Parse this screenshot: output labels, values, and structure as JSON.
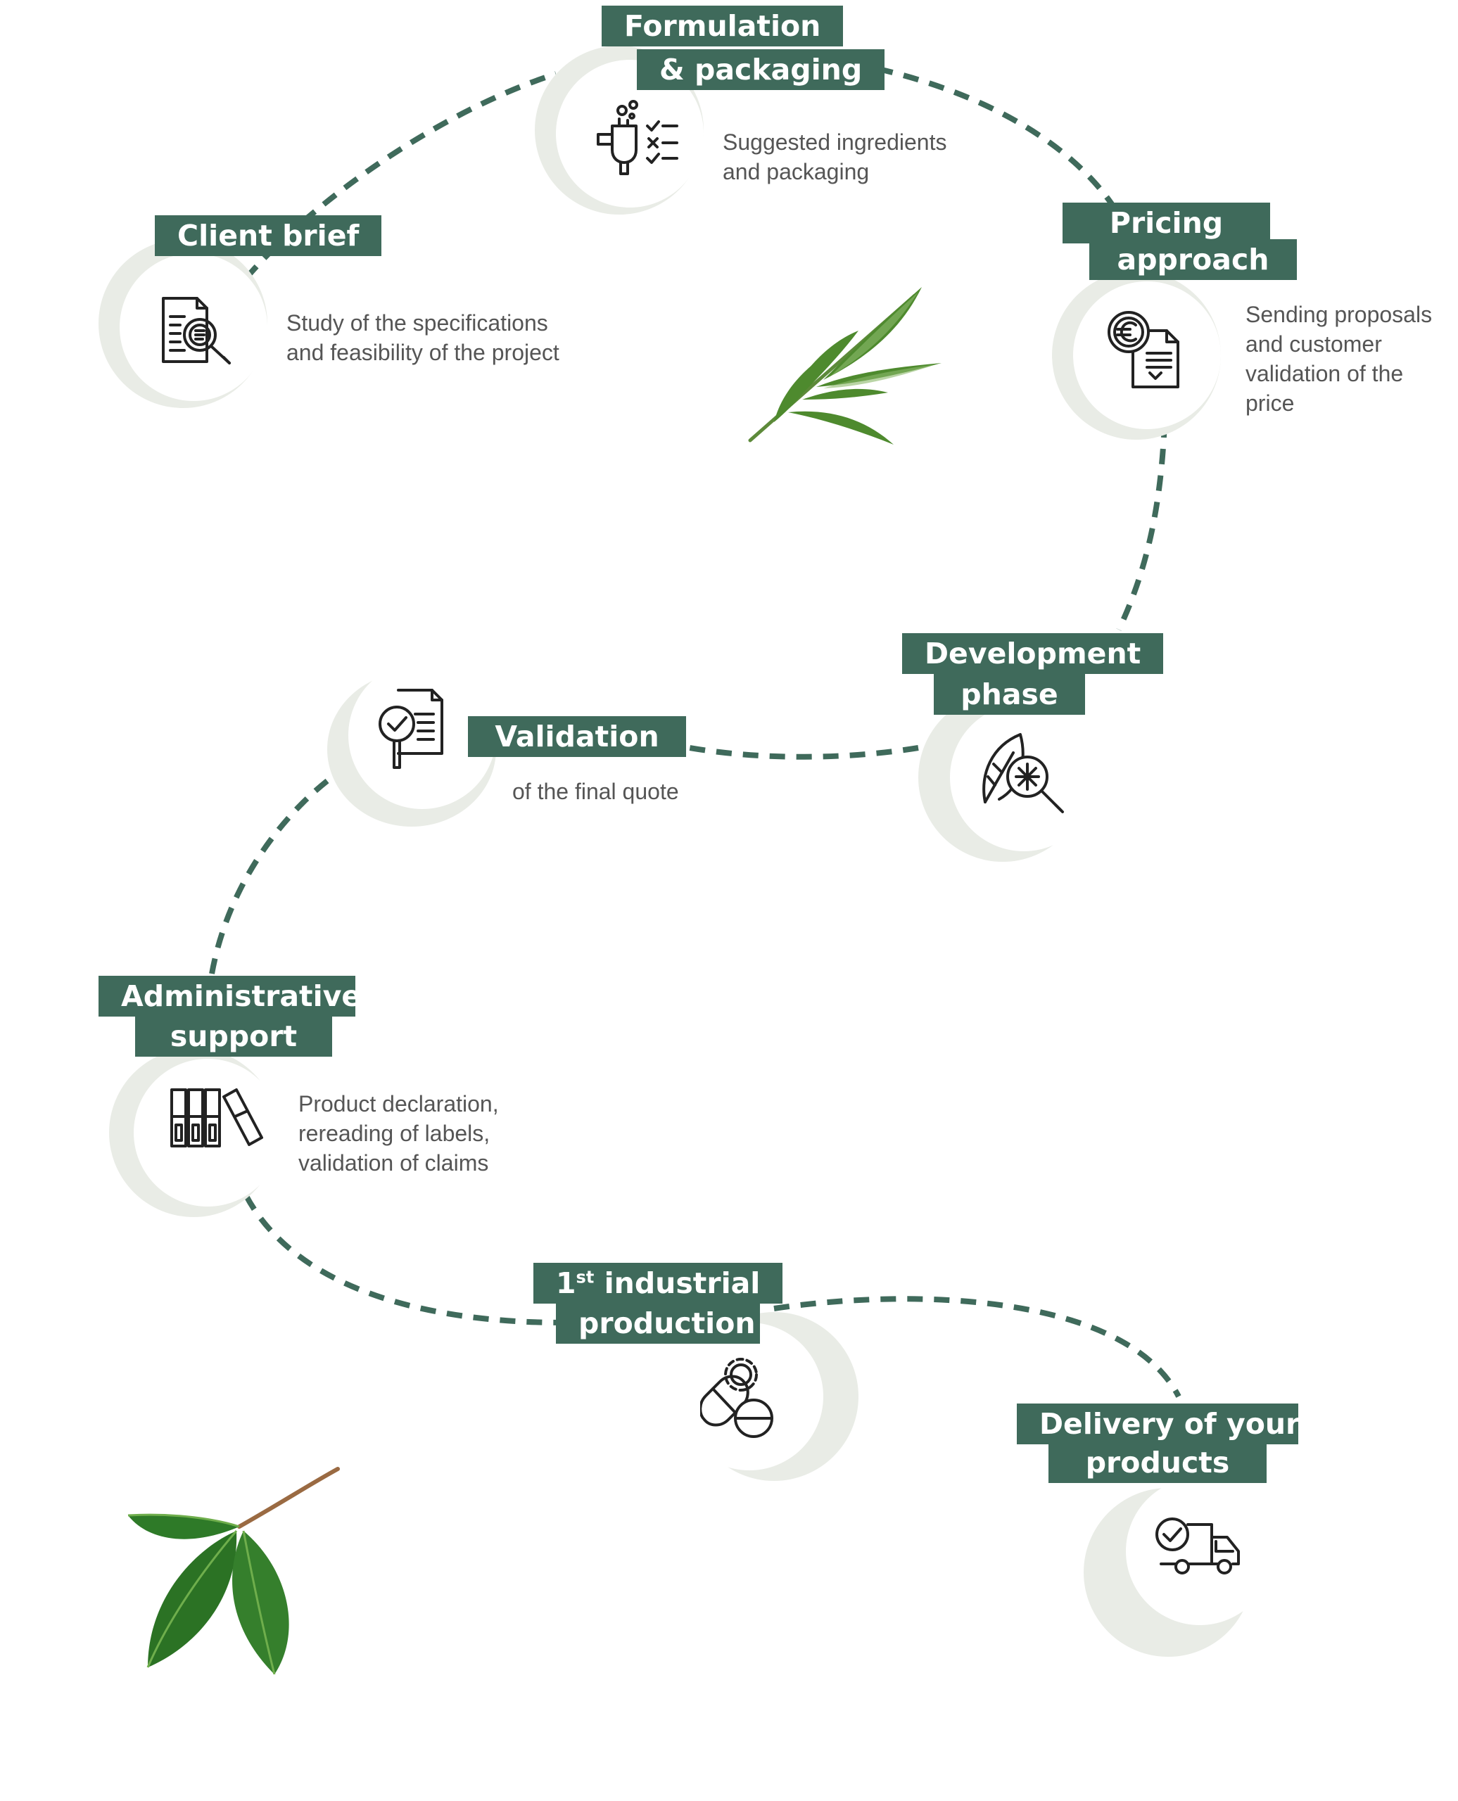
{
  "colors": {
    "accent": "#3f6a5b",
    "path": "#3f6a5b",
    "swoosh": "#e9ece6",
    "text": "#555555"
  },
  "steps": [
    {
      "id": "client-brief",
      "title_lines": [
        "Client brief"
      ],
      "desc_lines": [
        "Study of the specifications",
        "and feasibility of the project"
      ],
      "icon": "document-magnifier-icon"
    },
    {
      "id": "formulation",
      "title_lines": [
        "Formulation",
        "& packaging"
      ],
      "desc_lines": [
        "Suggested ingredients",
        "and packaging"
      ],
      "icon": "lab-checklist-icon"
    },
    {
      "id": "pricing",
      "title_lines": [
        "Pricing",
        "approach"
      ],
      "desc_lines": [
        "Sending proposals",
        "and customer",
        "validation of the",
        "price"
      ],
      "icon": "euro-document-icon"
    },
    {
      "id": "development",
      "title_lines": [
        "Development",
        "phase"
      ],
      "desc_lines": [],
      "icon": "leaf-analysis-icon"
    },
    {
      "id": "validation",
      "title_lines": [
        "Validation"
      ],
      "desc_lines": [
        "of the final quote"
      ],
      "icon": "document-check-icon"
    },
    {
      "id": "administrative",
      "title_lines": [
        "Administrative",
        "support"
      ],
      "desc_lines": [
        "Product declaration,",
        "rereading of labels,",
        "validation of claims"
      ],
      "icon": "binders-icon"
    },
    {
      "id": "production",
      "title_lines": [
        "1",
        "production"
      ],
      "title_sup": "st",
      "title_suffix": " industrial",
      "desc_lines": [],
      "icon": "capsule-gear-icon"
    },
    {
      "id": "delivery",
      "title_lines": [
        "Delivery of your",
        "products"
      ],
      "desc_lines": [],
      "icon": "delivery-truck-icon"
    }
  ],
  "decorations": [
    "rosemary-sprig-image",
    "green-leaves-image"
  ]
}
